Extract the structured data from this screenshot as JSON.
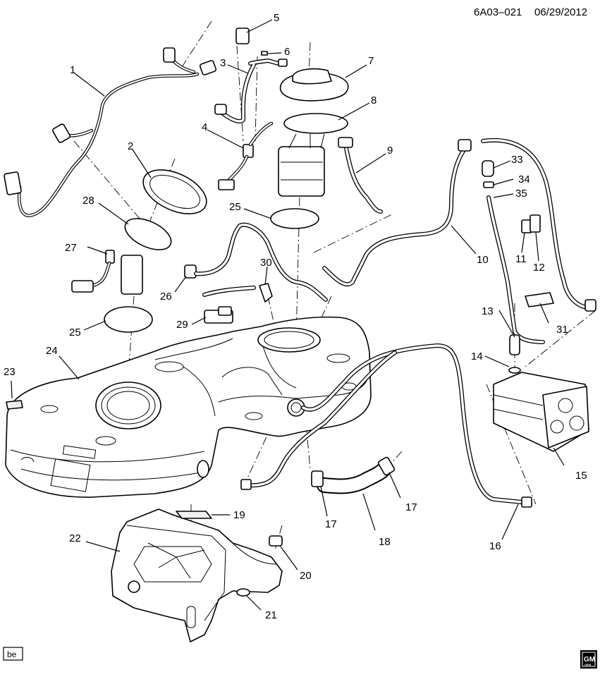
{
  "header": {
    "diagram_id": "6A03–021",
    "date": "06/29/2012"
  },
  "corner_label": "be",
  "logo": {
    "text": "GM",
    "subtext": "OEM"
  },
  "callouts": {
    "c1": "1",
    "c2": "2",
    "c3": "3",
    "c4": "4",
    "c5": "5",
    "c6": "6",
    "c7": "7",
    "c8": "8",
    "c9": "9",
    "c10": "10",
    "c11": "11",
    "c12": "12",
    "c13": "13",
    "c14": "14",
    "c15": "15",
    "c16": "16",
    "c17a": "17",
    "c17b": "17",
    "c18": "18",
    "c19": "19",
    "c20": "20",
    "c21": "21",
    "c22": "22",
    "c23": "23",
    "c24": "24",
    "c25a": "25",
    "c25b": "25",
    "c26": "26",
    "c27": "27",
    "c28": "28",
    "c29": "29",
    "c30": "30",
    "c31": "31",
    "c33": "33",
    "c34": "34",
    "c35": "35"
  }
}
